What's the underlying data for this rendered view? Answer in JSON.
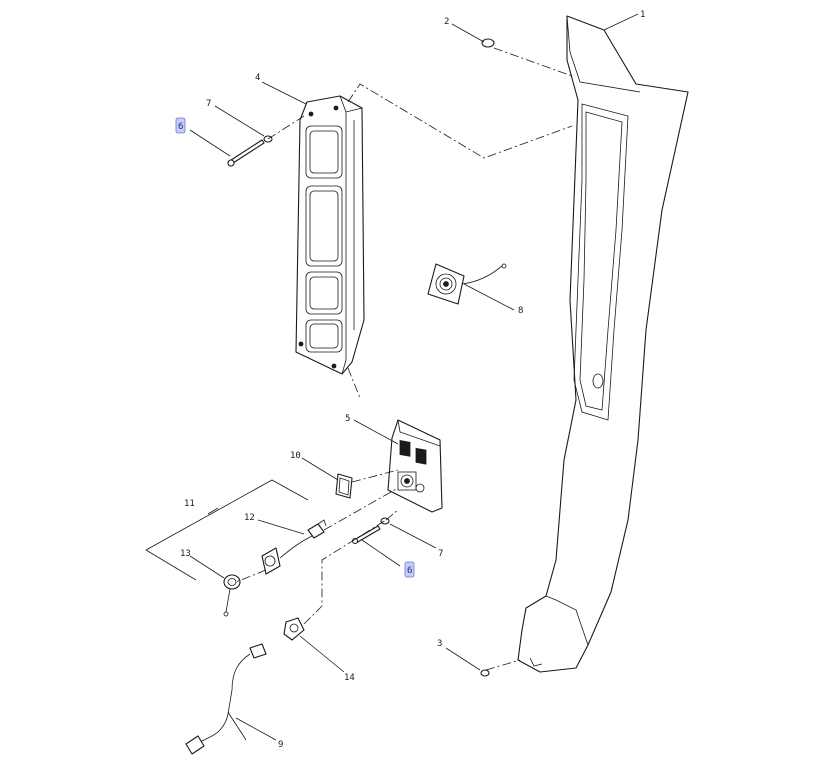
{
  "callouts": [
    {
      "id": "c1",
      "text": "1"
    },
    {
      "id": "c2",
      "text": "2"
    },
    {
      "id": "c3",
      "text": "3"
    },
    {
      "id": "c4",
      "text": "4"
    },
    {
      "id": "c5",
      "text": "5"
    },
    {
      "id": "c6a",
      "text": "6",
      "highlighted": true
    },
    {
      "id": "c6b",
      "text": "6",
      "highlighted": true
    },
    {
      "id": "c7a",
      "text": "7"
    },
    {
      "id": "c7b",
      "text": "7"
    },
    {
      "id": "c8",
      "text": "8"
    },
    {
      "id": "c9",
      "text": "9"
    },
    {
      "id": "c10",
      "text": "10"
    },
    {
      "id": "c11",
      "text": "11"
    },
    {
      "id": "c12",
      "text": "12"
    },
    {
      "id": "c13",
      "text": "13"
    },
    {
      "id": "c14",
      "text": "14"
    }
  ],
  "colors": {
    "line": "#1a1a1a",
    "highlight_fill": "#c7cdf5",
    "highlight_stroke": "#6a78d8"
  }
}
